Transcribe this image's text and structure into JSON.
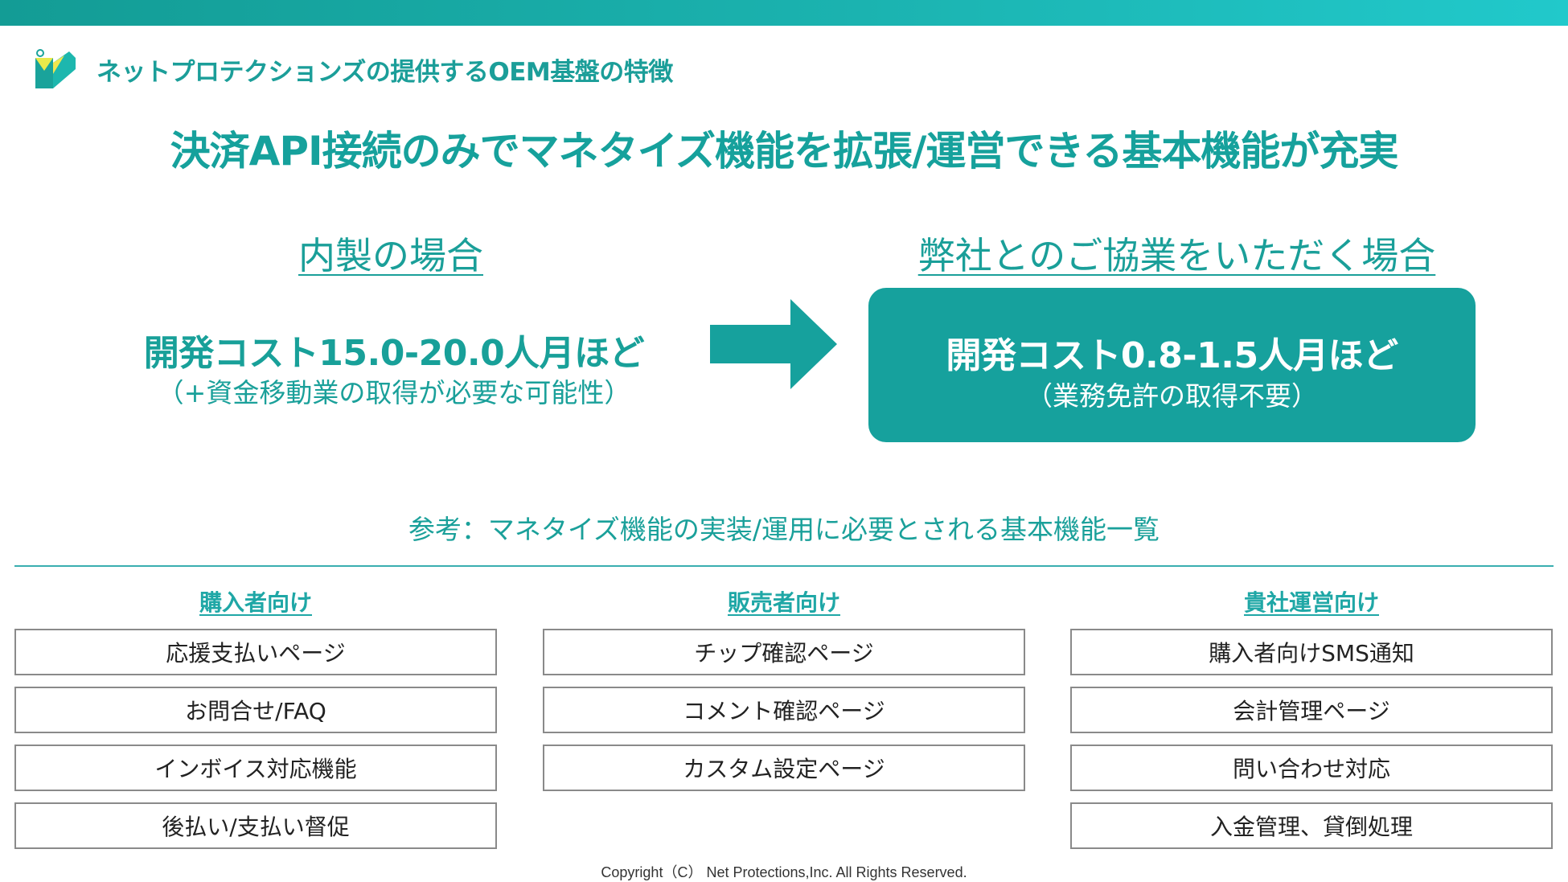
{
  "colors": {
    "brand": "#16a19d",
    "top_bar_start": "#139c95",
    "top_bar_end": "#21c9cb",
    "box_border": "#8a8a8a"
  },
  "header": {
    "logo_icon": "net-protections-logo",
    "title": "ネットプロテクションズの提供するOEM基盤の特徴"
  },
  "headline": "決済API接続のみでマネタイズ機能を拡張/運営できる基本機能が充実",
  "comparison": {
    "in_house": {
      "heading": "内製の場合",
      "cost": "開発コスト15.0-20.0人月ほど",
      "note": "（+資金移動業の取得が必要な可能性）"
    },
    "arrow_icon": "right-arrow",
    "partnership": {
      "heading": "弊社とのご協業をいただく場合",
      "cost": "開発コスト0.8-1.5人月ほど",
      "note": "（業務免許の取得不要）"
    }
  },
  "reference": {
    "title": "参考：マネタイズ機能の実装/運用に必要とされる基本機能一覧",
    "columns": [
      {
        "heading": "購入者向け",
        "items": [
          "応援支払いページ",
          "お問合せ/FAQ",
          "インボイス対応機能",
          "後払い/支払い督促"
        ]
      },
      {
        "heading": "販売者向け",
        "items": [
          "チップ確認ページ",
          "コメント確認ページ",
          "カスタム設定ページ"
        ]
      },
      {
        "heading": "貴社運営向け",
        "items": [
          "購入者向けSMS通知",
          "会計管理ページ",
          "問い合わせ対応",
          "入金管理、貸倒処理"
        ]
      }
    ]
  },
  "footer": {
    "copyright": "Copyright（C） Net Protections,Inc. All Rights Reserved."
  }
}
